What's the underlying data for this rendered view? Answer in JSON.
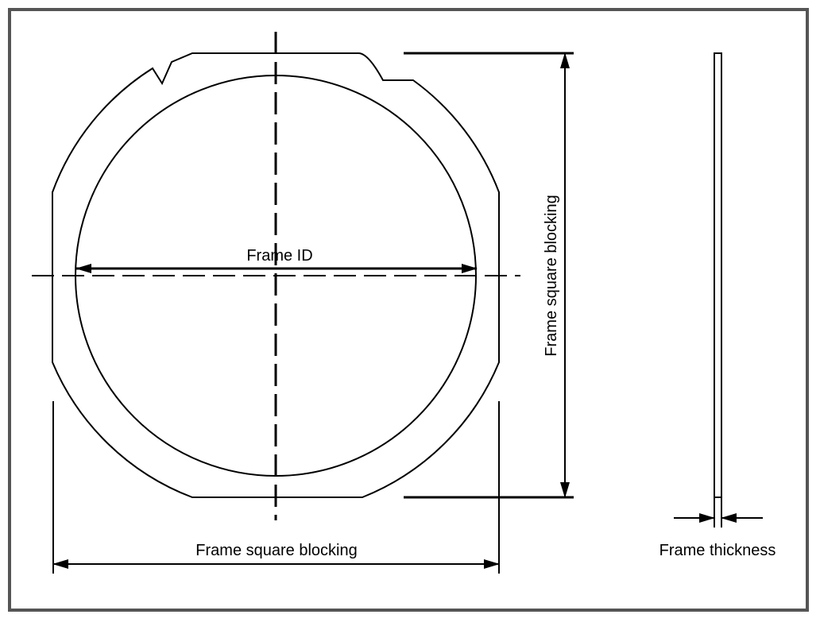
{
  "labels": {
    "frame_id": "Frame ID",
    "square_blocking_horizontal": "Frame square blocking",
    "square_blocking_vertical": "Frame square blocking",
    "frame_thickness": "Frame thickness"
  },
  "colors": {
    "line": "#000000",
    "border": "#555555",
    "background": "#ffffff"
  }
}
